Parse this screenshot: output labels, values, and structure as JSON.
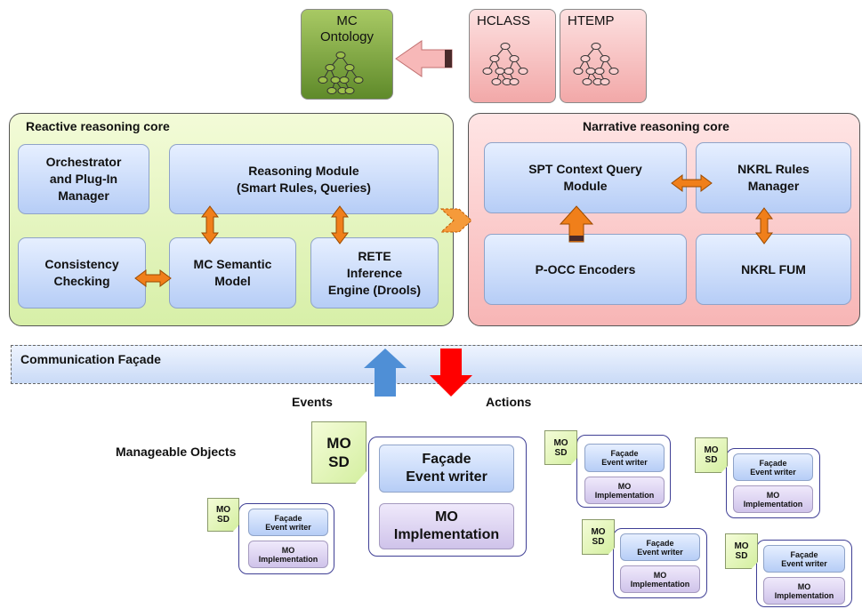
{
  "ontologies": {
    "mc": "MC\nOntology",
    "hclass": "HCLASS",
    "htemp": "HTEMP"
  },
  "reactive_core": {
    "title": "Reactive reasoning core",
    "orchestrator": "Orchestrator\nand Plug-In\nManager",
    "reasoning": "Reasoning  Module\n(Smart Rules, Queries)",
    "consistency": "Consistency\nChecking",
    "semantic": "MC Semantic\nModel",
    "rete": "RETE\nInference\nEngine (Drools)"
  },
  "narrative_core": {
    "title": "Narrative reasoning core",
    "spt": "SPT Context Query\nModule",
    "nkrl_rules": "NKRL Rules\nManager",
    "pocc": "P-OCC  Encoders",
    "nkrl_fum": "NKRL FUM"
  },
  "comm_facade": "Communication  Façade",
  "events": "Events",
  "actions": "Actions",
  "manageable_objects": "Manageable  Objects",
  "mo": {
    "sd": "MO\nSD",
    "facade": "Façade\nEvent writer",
    "facade_small": "Façade\nEvent writer",
    "impl": "MO\nImplementation",
    "impl_small": "MO\nImplementation"
  },
  "colors": {
    "events_arrow": "#4f8fd6",
    "actions_arrow": "#ff0000",
    "bidir_arrow": "#f07f1a",
    "ontology_arrow": "#f7b8b8"
  }
}
